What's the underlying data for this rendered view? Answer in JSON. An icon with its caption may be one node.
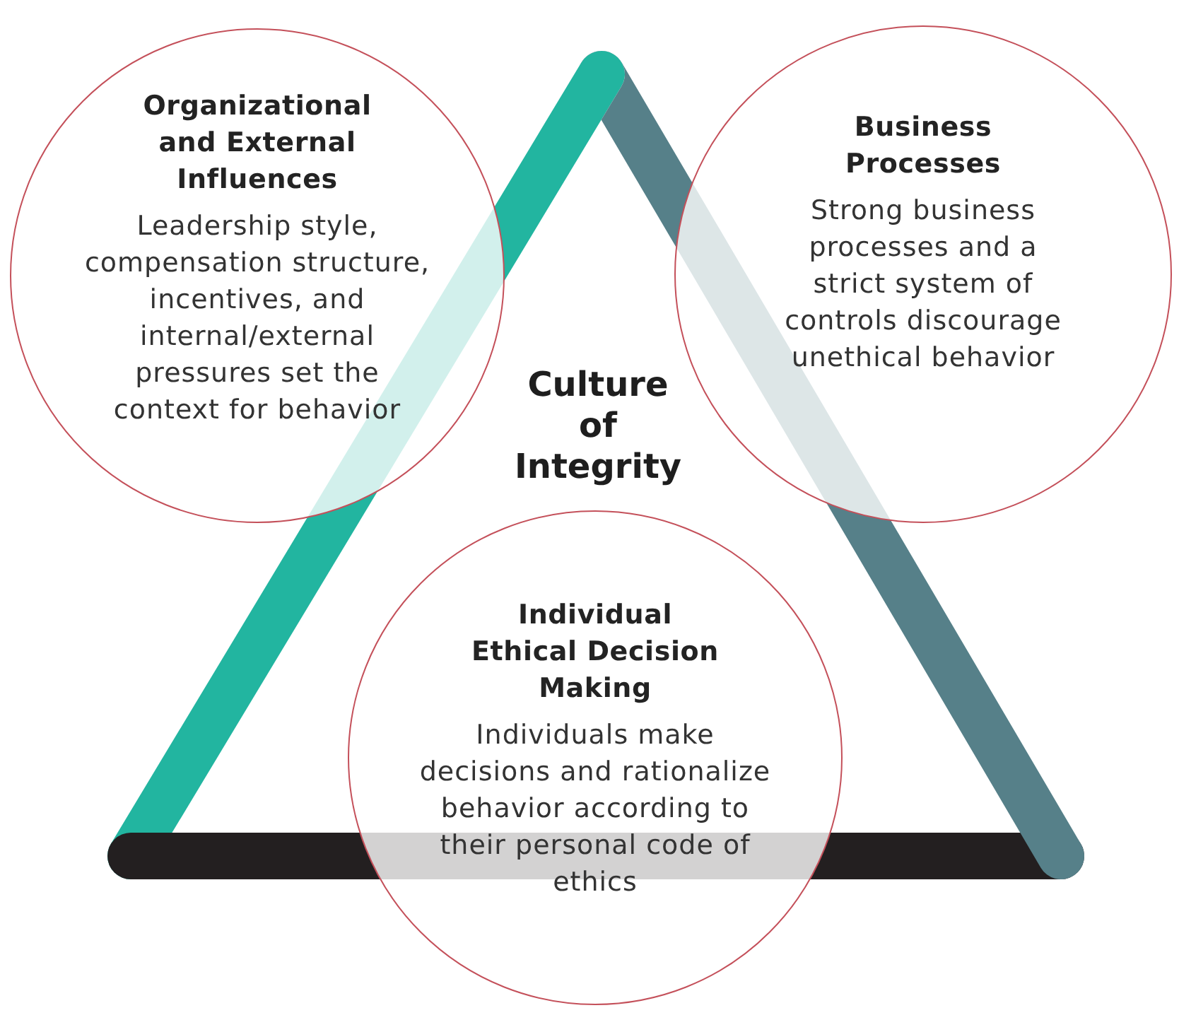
{
  "diagram": {
    "nodes": [
      {
        "text": [
          "Organizational and External Influences",
          "Leadership style, compensation structure, incentives, and internal/external pressures set the context for behavior"
        ]
      },
      {
        "text": [
          "Business Processes",
          "Strong business processes and a strict system of controls discourage unethical behavior"
        ]
      },
      {
        "text": [
          "Culture of Integrity"
        ]
      },
      {
        "text": [
          "Individual Ethical Decision Making",
          "Individuals make decisions and rationalize behavior according to their personal code of ethics"
        ]
      }
    ]
  }
}
